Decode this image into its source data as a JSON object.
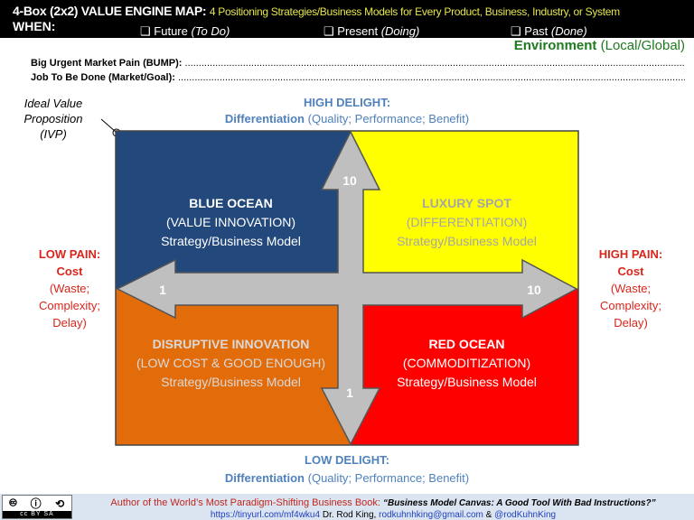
{
  "header": {
    "title": "4-Box (2x2) VALUE ENGINE MAP:",
    "subtitle": "4 Positioning Strategies/Business Models for Every Product, Business, Industry, or System",
    "when_label": "WHEN:",
    "options": [
      {
        "label": "Future",
        "note": "(To Do)"
      },
      {
        "label": "Present",
        "note": "(Doing)"
      },
      {
        "label": "Past",
        "note": "(Done)"
      }
    ]
  },
  "environment": {
    "label": "Environment",
    "note": "(Local/Global)"
  },
  "fields": [
    {
      "label": "Big Urgent Market Pain (BUMP):"
    },
    {
      "label": "Job To Be Done (Market/Goal):"
    }
  ],
  "ivp": {
    "line1": "Ideal Value",
    "line2": "Proposition",
    "line3": "(IVP)"
  },
  "top_axis": {
    "title": "HIGH DELIGHT:",
    "label": "Differentiation",
    "note": "(Quality; Performance; Benefit)"
  },
  "bottom_axis": {
    "title": "LOW DELIGHT:",
    "label": "Differentiation",
    "note": "(Quality; Performance; Benefit)"
  },
  "left_axis": {
    "title": "LOW PAIN:",
    "label": "Cost",
    "l1": "(Waste;",
    "l2": "Complexity;",
    "l3": "Delay)"
  },
  "right_axis": {
    "title": "HIGH PAIN:",
    "label": "Cost",
    "l1": "(Waste;",
    "l2": "Complexity;",
    "l3": "Delay)"
  },
  "arrows": {
    "top": "10",
    "bottom": "1",
    "left": "1",
    "right": "10"
  },
  "quadrants": [
    {
      "name": "BLUE OCEAN",
      "sub": "(VALUE INNOVATION)",
      "model": "Strategy/Business Model",
      "color": "#23497c"
    },
    {
      "name": "LUXURY SPOT",
      "sub": "(DIFFERENTIATION)",
      "model": "Strategy/Business Model",
      "color": "#ffff00"
    },
    {
      "name": "DISRUPTIVE INNOVATION",
      "sub": "(LOW COST & GOOD ENOUGH)",
      "model": "Strategy/Business Model",
      "color": "#e36c0a"
    },
    {
      "name": "RED OCEAN",
      "sub": "(COMMODITIZATION)",
      "model": "Strategy/Business Model",
      "color": "#ff0000"
    }
  ],
  "footer": {
    "license": "cc BY SA",
    "author_line": "Author of the World’s Most Paradigm-Shifting Business Book:",
    "book": "“Business Model Canvas: A Good Tool With Bad Instructions?”",
    "url": "https://tinyurl.com/mf4wku4",
    "name": "Dr. Rod King,",
    "email": "rodkuhnhking@gmail.com",
    "amp": "&",
    "handle": "@rodKuhnKing"
  }
}
